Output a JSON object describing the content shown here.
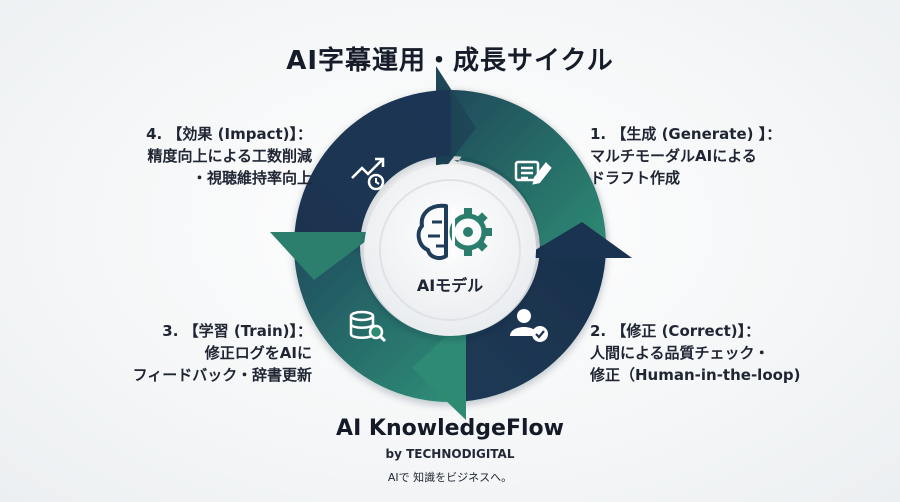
{
  "title": "AI字幕運用・成長サイクル",
  "center": {
    "label": "AIモデル",
    "icon": "brain-gear-icon"
  },
  "steps": [
    {
      "id": "generate",
      "heading": "1. 【生成 (Generate) 】：",
      "lines": [
        "マルチモーダルAIによる",
        "ドラフト作成"
      ],
      "icon": "document-edit-icon"
    },
    {
      "id": "correct",
      "heading": "2. 【修正 (Correct)】：",
      "lines": [
        "人間による品質チェック・",
        "修正（Human-in-the-loop)"
      ],
      "icon": "user-check-icon"
    },
    {
      "id": "train",
      "heading": "3. 【学習 (Train)】：",
      "lines": [
        "修正ログをAIに",
        "フィードバック・辞書更新"
      ],
      "icon": "database-search-icon"
    },
    {
      "id": "impact",
      "heading": "4. 【効果 (Impact)】：",
      "lines": [
        "精度向上による工数削減",
        "・視聴維持率向上"
      ],
      "icon": "trend-up-clock-icon"
    }
  ],
  "brand": {
    "name": "AI KnowledgeFlow",
    "by": "by TECHNODIGITAL",
    "tagline": "AIで 知識をビジネスへ。"
  },
  "colors": {
    "navy": "#1b3452",
    "teal": "#2b7e6e",
    "tealLight": "#3a9a83",
    "text": "#1c2230"
  }
}
